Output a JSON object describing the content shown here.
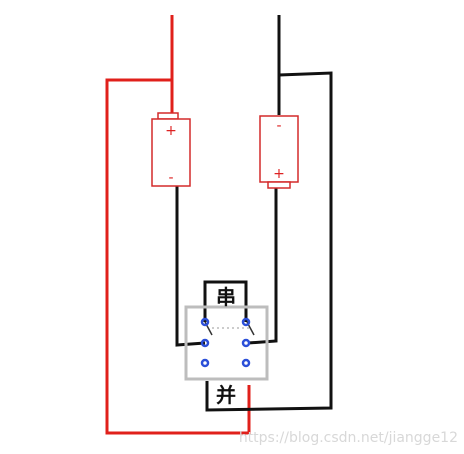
{
  "diagram": {
    "battery_left": {
      "top_sign": "+",
      "bottom_sign": "-"
    },
    "battery_right": {
      "top_sign": "-",
      "bottom_sign": "+"
    },
    "switch": {
      "label_series": "串",
      "label_parallel": "并"
    },
    "watermark": "https://blog.csdn.net/jiangge12",
    "colors": {
      "positive_wire": "#e0201b",
      "negative_wire": "#111111",
      "battery_outline": "#d42a2a",
      "switch_box": "#bdbdbd",
      "terminal": "#2b4fd8"
    }
  }
}
